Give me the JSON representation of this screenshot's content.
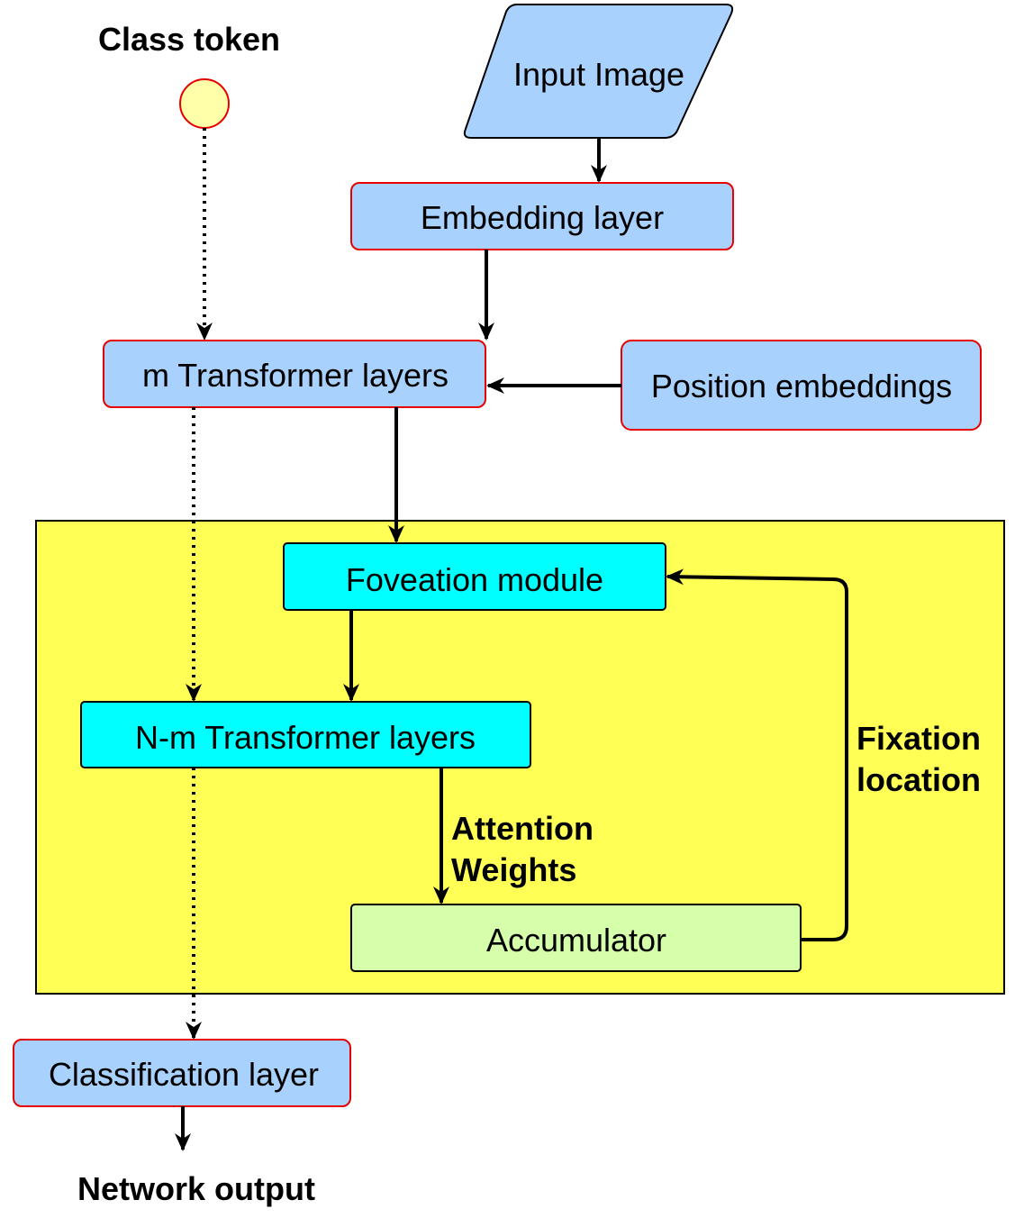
{
  "labels": {
    "class_token": "Class token",
    "input_image": "Input Image",
    "embedding_layer": "Embedding layer",
    "m_transformer_layers": "m Transformer layers",
    "position_embeddings": "Position embeddings",
    "foveation_module": "Foveation module",
    "nm_transformer_layers": "N-m Transformer layers",
    "attention_weights_line1": "Attention",
    "attention_weights_line2": "Weights",
    "fixation_location_line1": "Fixation",
    "fixation_location_line2": "location",
    "accumulator": "Accumulator",
    "classification_layer": "Classification layer",
    "network_output": "Network output"
  },
  "colors": {
    "blue_box_fill": "#a9d1fd",
    "red_border": "#e60000",
    "cyan_box_fill": "#00ffff",
    "green_box_fill": "#d5ffaa",
    "yellow_region": "#ffff55",
    "token_fill": "#ffffaa"
  }
}
